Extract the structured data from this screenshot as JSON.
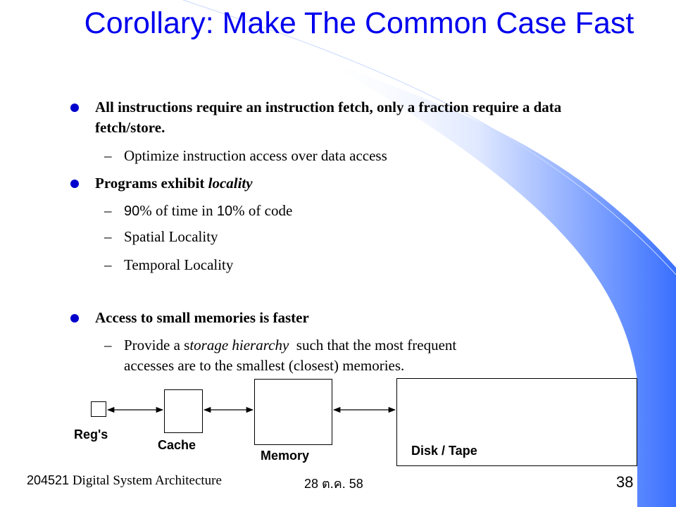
{
  "slide": {
    "title": "Corollary: Make The Common Case Fast",
    "bullets": [
      {
        "text": "All instructions require an instruction fetch, only a fraction require a data fetch/store.",
        "subs": [
          {
            "text": "Optimize instruction access over data access"
          }
        ]
      },
      {
        "text_before": "Programs exhibit ",
        "text_italic": "locality",
        "subs": [
          {
            "num1": "90",
            "mid": "% of time in ",
            "num2": "10",
            "end": "% of code"
          },
          {
            "text": "Spatial Locality"
          },
          {
            "text": "Temporal Locality"
          }
        ]
      },
      {
        "text": "Access to small memories is faster",
        "subs": [
          {
            "before": "Provide a s",
            "italic": "torage hierarchy",
            "after": "  such that the most frequent",
            "line2": "accesses are to the smallest (closest) memories."
          }
        ]
      }
    ],
    "dash": "–"
  },
  "diagram": {
    "labels": {
      "regs": "Reg's",
      "cache": "Cache",
      "memory": "Memory",
      "disk": "Disk / Tape"
    }
  },
  "footer": {
    "course_number": "204521",
    "course_name": "Digital System Architecture",
    "date": "28 ต.ค. 58",
    "page": "38"
  },
  "colors": {
    "title": "#0000ee",
    "bullet": "#0000cc",
    "swoosh": "#3a70ff"
  }
}
